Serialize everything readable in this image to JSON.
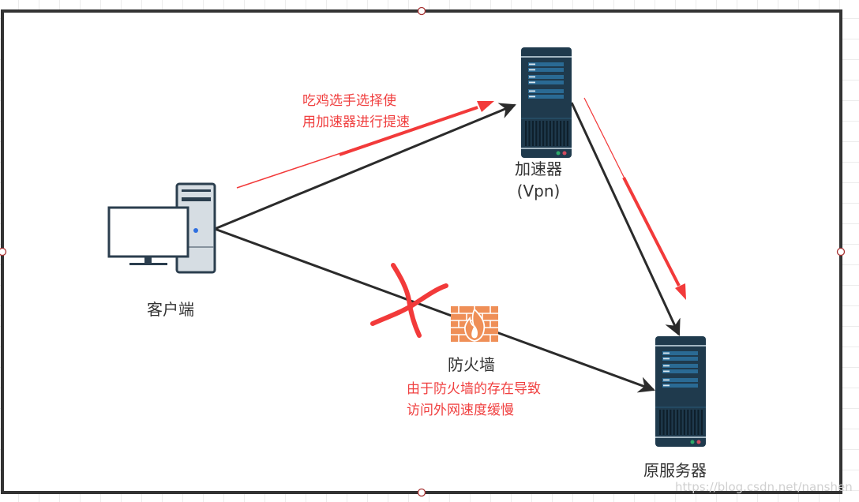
{
  "diagram": {
    "nodes": {
      "client": {
        "label": "客户端",
        "icon": "desktop-computer-icon"
      },
      "accelerator": {
        "label_line1": "加速器",
        "label_line2": "(Vpn)",
        "icon": "server-icon"
      },
      "firewall": {
        "label": "防火墙",
        "icon": "firewall-icon"
      },
      "origin_server": {
        "label": "原服务器",
        "icon": "server-icon"
      }
    },
    "annotations": {
      "accelerator_note_line1": "吃鸡选手选择使",
      "accelerator_note_line2": "用加速器进行提速",
      "firewall_note_line1": "由于防火墙的存在导致",
      "firewall_note_line2": "访问外网速度缓慢"
    },
    "edges": [
      {
        "from": "client",
        "to": "accelerator"
      },
      {
        "from": "accelerator",
        "to": "origin_server"
      },
      {
        "from": "client",
        "to": "origin_server",
        "via": "firewall",
        "blocked": true
      }
    ],
    "colors": {
      "line": "#2b2b2b",
      "highlight": "#f23a3a",
      "server_body": "#1f3a4d",
      "server_slot": "#2a6a94",
      "firewall": "#ef8f57",
      "handle": "#a83232"
    },
    "watermark": "https://blog.csdn.net/nanshen"
  }
}
